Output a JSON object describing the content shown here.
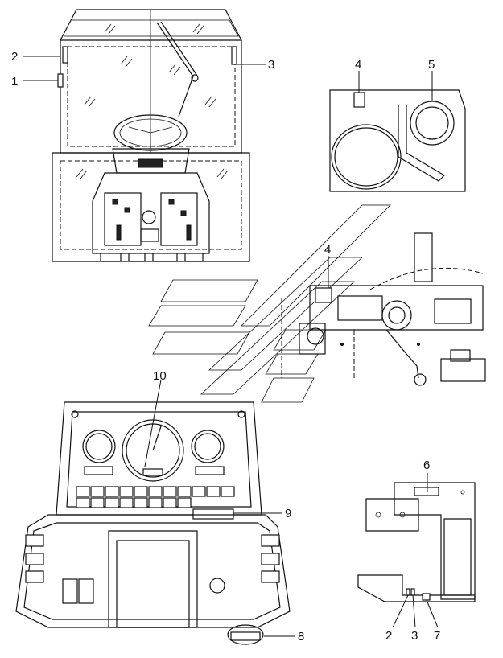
{
  "callouts": {
    "c1": "1",
    "c2": "2",
    "c3": "3",
    "c4a": "4",
    "c5": "5",
    "c4b": "4",
    "c10": "10",
    "c6": "6",
    "c9": "9",
    "c2b": "2",
    "c3b": "3",
    "c7": "7",
    "c8": "8"
  },
  "colors": {
    "line": "#111111",
    "background": "#ffffff"
  }
}
